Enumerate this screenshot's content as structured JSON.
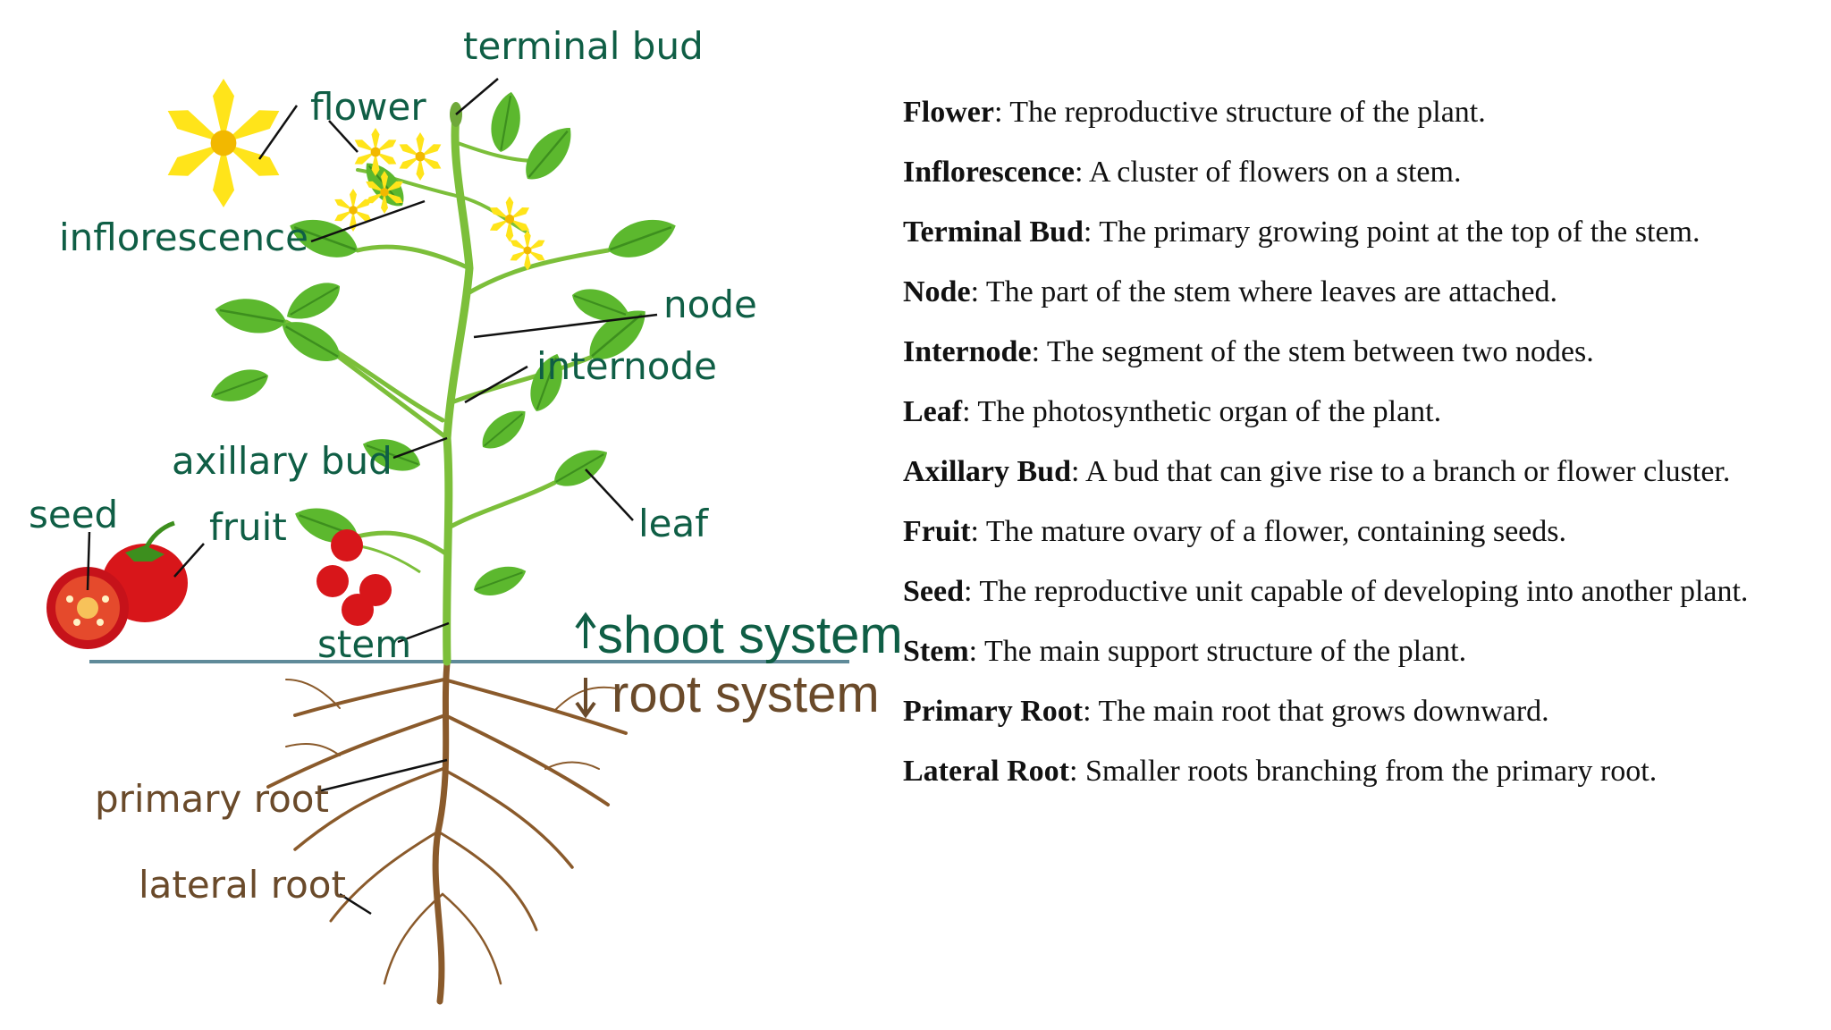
{
  "labels": {
    "terminal_bud": "terminal bud",
    "flower": "flower",
    "inflorescence": "inflorescence",
    "node": "node",
    "internode": "internode",
    "axillary_bud": "axillary bud",
    "leaf": "leaf",
    "seed": "seed",
    "fruit": "fruit",
    "stem": "stem",
    "shoot_system": "shoot system",
    "root_system": "root system",
    "primary_root": "primary root",
    "lateral_root": "lateral root"
  },
  "definitions": [
    {
      "term": "Flower",
      "text": ": The reproductive structure of the plant."
    },
    {
      "term": "Inflorescence",
      "text": ": A cluster of flowers on a stem."
    },
    {
      "term": "Terminal Bud",
      "text": ": The primary growing point at the top of the stem."
    },
    {
      "term": "Node",
      "text": ": The part of the stem where leaves are attached."
    },
    {
      "term": "Internode",
      "text": ": The segment of the stem between two nodes."
    },
    {
      "term": "Leaf",
      "text": ": The photosynthetic organ of the plant."
    },
    {
      "term": "Axillary Bud",
      "text": ": A bud that can give rise to a branch or flower cluster."
    },
    {
      "term": "Fruit",
      "text": ": The mature ovary of a flower, containing seeds."
    },
    {
      "term": "Seed",
      "text": ": The reproductive unit capable of developing into another plant."
    },
    {
      "term": "Stem",
      "text": ": The main support structure of the plant."
    },
    {
      "term": "Primary Root",
      "text": ": The main root that grows downward."
    },
    {
      "term": "Lateral Root",
      "text": ": Smaller roots branching from the primary root."
    }
  ],
  "colors": {
    "label_green": "#0f5e45",
    "label_brown": "#6a4a2a",
    "stem": "#7cbf3a",
    "leaf": "#5cb82e",
    "flower": "#ffe41a",
    "fruit": "#d8161a",
    "root": "#8a5a2b",
    "ground": "#5f8a99"
  }
}
